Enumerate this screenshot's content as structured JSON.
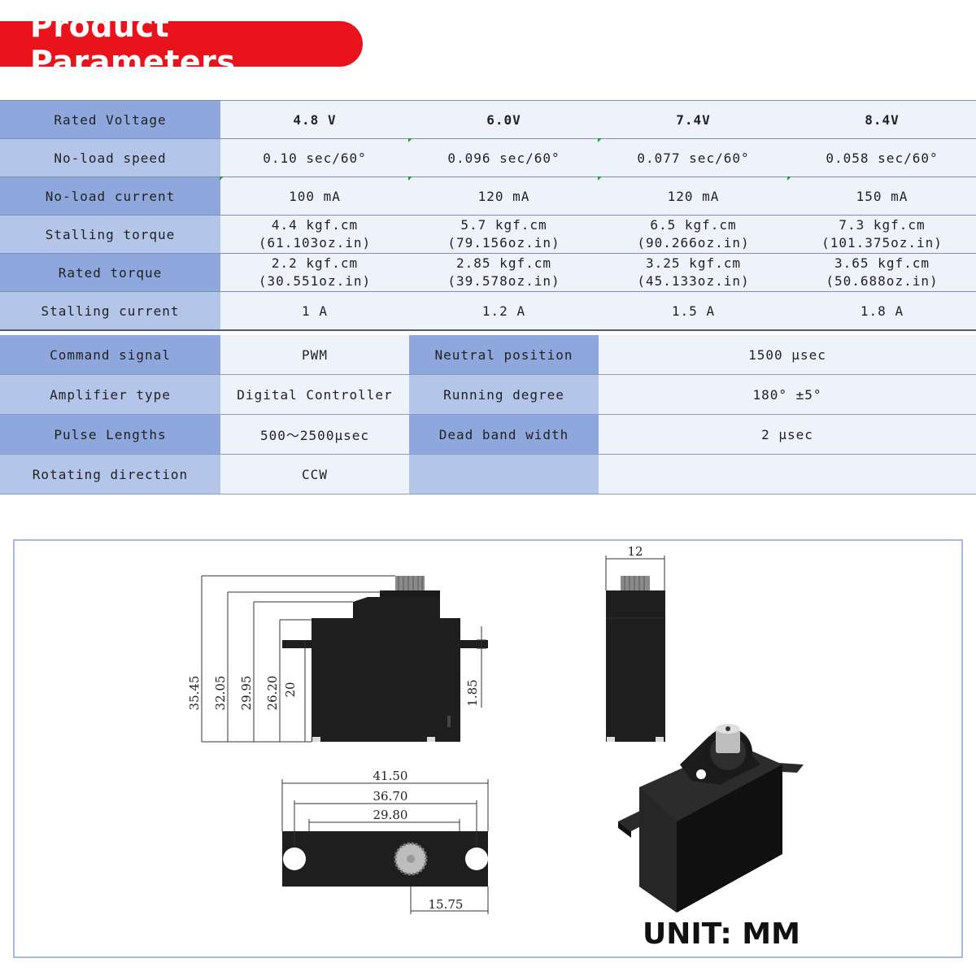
{
  "title": "Product Parameters",
  "voltage_table": {
    "rows": [
      {
        "label": "Rated Voltage",
        "values": [
          "4.8 V",
          "6.0V",
          "7.4V",
          "8.4V"
        ]
      },
      {
        "label": "No-load speed",
        "values": [
          "0.10 sec/60°",
          "0.096 sec/60°",
          "0.077 sec/60°",
          "0.058 sec/60°"
        ]
      },
      {
        "label": "No-load current",
        "values": [
          "100 mA",
          "120 mA",
          "120 mA",
          "150 mA"
        ]
      },
      {
        "label": "Stalling torque",
        "values": [
          [
            "4.4 kgf.cm",
            "(61.103oz.in)"
          ],
          [
            "5.7 kgf.cm",
            "(79.156oz.in)"
          ],
          [
            "6.5 kgf.cm",
            "(90.266oz.in)"
          ],
          [
            "7.3 kgf.cm",
            "(101.375oz.in)"
          ]
        ]
      },
      {
        "label": "Rated torque",
        "values": [
          [
            "2.2 kgf.cm",
            "(30.551oz.in)"
          ],
          [
            "2.85 kgf.cm",
            "(39.578oz.in)"
          ],
          [
            "3.25 kgf.cm",
            "(45.133oz.in)"
          ],
          [
            "3.65 kgf.cm",
            "(50.688oz.in)"
          ]
        ]
      },
      {
        "label": "Stalling current",
        "values": [
          "1 A",
          "1.2 A",
          "1.5 A",
          "1.8 A"
        ]
      }
    ]
  },
  "spec_table": {
    "rows": [
      {
        "label": "Command signal",
        "value": "PWM",
        "label2": "Neutral position",
        "value2": "1500 μsec"
      },
      {
        "label": "Amplifier type",
        "value": "Digital Controller",
        "label2": "Running degree",
        "value2": "180° ±5°"
      },
      {
        "label": "Pulse Lengths",
        "value": "500～2500μsec",
        "label2": "Dead band width",
        "value2": "2 μsec"
      },
      {
        "label": "Rotating direction",
        "value": "CCW",
        "label2": "",
        "value2": ""
      }
    ]
  },
  "drawing": {
    "side_dims": [
      "35.45",
      "32.05",
      "29.95",
      "26.20",
      "20",
      "1.85"
    ],
    "front_dims": [
      "12"
    ],
    "top_dims": [
      "41.50",
      "36.70",
      "29.80",
      "15.75"
    ],
    "unit_label": "UNIT: MM"
  },
  "colors": {
    "banner": "#e8131b",
    "key_dark": "#8ea7dc",
    "key_light": "#b4c5ea",
    "value_bg": "#edf2fb"
  }
}
